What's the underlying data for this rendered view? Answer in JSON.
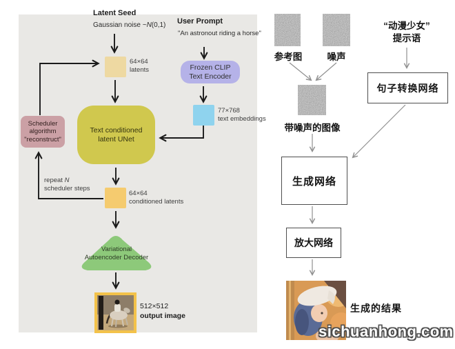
{
  "colors": {
    "panel_bg": "#e9e8e5",
    "latents_box": "#eed9a2",
    "conditioned_latents_box": "#f5cb6f",
    "unet_box": "#d0c84e",
    "clip_box": "#b5b2e8",
    "embeddings_box": "#8fd3ee",
    "scheduler_box": "#cba0a5",
    "vae_shape": "#8dc97a",
    "output_image_border": "#f3c24a",
    "left_arrows": "#1a1a1a",
    "right_strokes": "#909090"
  },
  "left": {
    "latent_seed_title": "Latent Seed",
    "gaussian_prefix": "Gaussian noise ~",
    "gaussian_n": "N",
    "gaussian_suffix": "(0,1)",
    "latents_size": "64×64",
    "latents_word": "latents",
    "user_prompt_title": "User Prompt",
    "user_prompt_text": "\"An astronout riding a horse\"",
    "clip_line1": "Frozen CLIP",
    "clip_line2": "Text Encoder",
    "embeddings_size": "77×768",
    "embeddings_word": "text embeddings",
    "unet_line1": "Text conditioned",
    "unet_line2": "latent UNet",
    "scheduler_line1": "Scheduler",
    "scheduler_line2": "algorithm",
    "scheduler_line3": "\"reconstruct\"",
    "repeat_prefix": "repeat ",
    "repeat_n": "N",
    "repeat_line2": "scheduler steps",
    "cond_size": "64×64",
    "cond_word": "conditioned latents",
    "vae_line1": "Variational",
    "vae_line2": "Autoencoder Decoder",
    "output_size": "512×512",
    "output_word": "output image"
  },
  "right": {
    "reference_label": "参考图",
    "noise_label": "噪声",
    "prompt_line1": "“动漫少女”",
    "prompt_line2": "提示语",
    "sentence_network": "句子转换网络",
    "noisy_image_label": "带噪声的图像",
    "generator_network": "生成网络",
    "upscale_network": "放大网络",
    "result_label": "生成的结果",
    "watermark": "sichuanhong.com"
  }
}
